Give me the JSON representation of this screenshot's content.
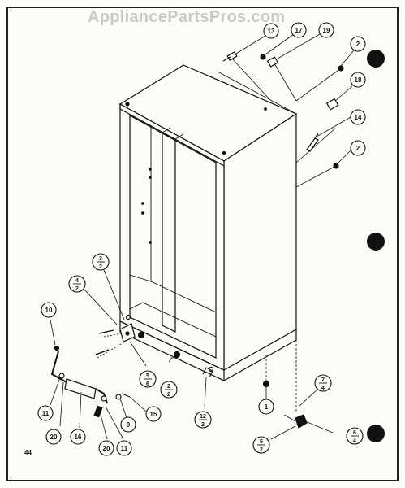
{
  "watermark": "AppliancePartsPros.com",
  "page_number": "44",
  "callouts": [
    {
      "id": "c13",
      "label": "13"
    },
    {
      "id": "c17",
      "label": "17"
    },
    {
      "id": "c19",
      "label": "19"
    },
    {
      "id": "c2a",
      "label": "2"
    },
    {
      "id": "c18",
      "label": "18"
    },
    {
      "id": "c14",
      "label": "14"
    },
    {
      "id": "c2b",
      "label": "2"
    },
    {
      "id": "c10",
      "label": "10"
    },
    {
      "id": "c11a",
      "label": "11"
    },
    {
      "id": "c20a",
      "label": "20"
    },
    {
      "id": "c16",
      "label": "16"
    },
    {
      "id": "c20b",
      "label": "20"
    },
    {
      "id": "c11b",
      "label": "11"
    },
    {
      "id": "c9",
      "label": "9"
    },
    {
      "id": "c15",
      "label": "15"
    },
    {
      "id": "c1",
      "label": "1"
    }
  ],
  "fraction_callouts": [
    {
      "id": "f32",
      "top": "3",
      "bottom": "2"
    },
    {
      "id": "f42",
      "top": "4",
      "bottom": "2"
    },
    {
      "id": "f56",
      "top": "5",
      "bottom": "6"
    },
    {
      "id": "f22",
      "top": "2",
      "bottom": "2"
    },
    {
      "id": "f122",
      "top": "12",
      "bottom": "2"
    },
    {
      "id": "f74",
      "top": "7",
      "bottom": "4"
    },
    {
      "id": "f52",
      "top": "5",
      "bottom": "2"
    },
    {
      "id": "f64",
      "top": "6",
      "bottom": "4"
    }
  ],
  "colors": {
    "line": "#111111",
    "paper": "#fbfbf8",
    "watermark": "#c9c9c9"
  }
}
